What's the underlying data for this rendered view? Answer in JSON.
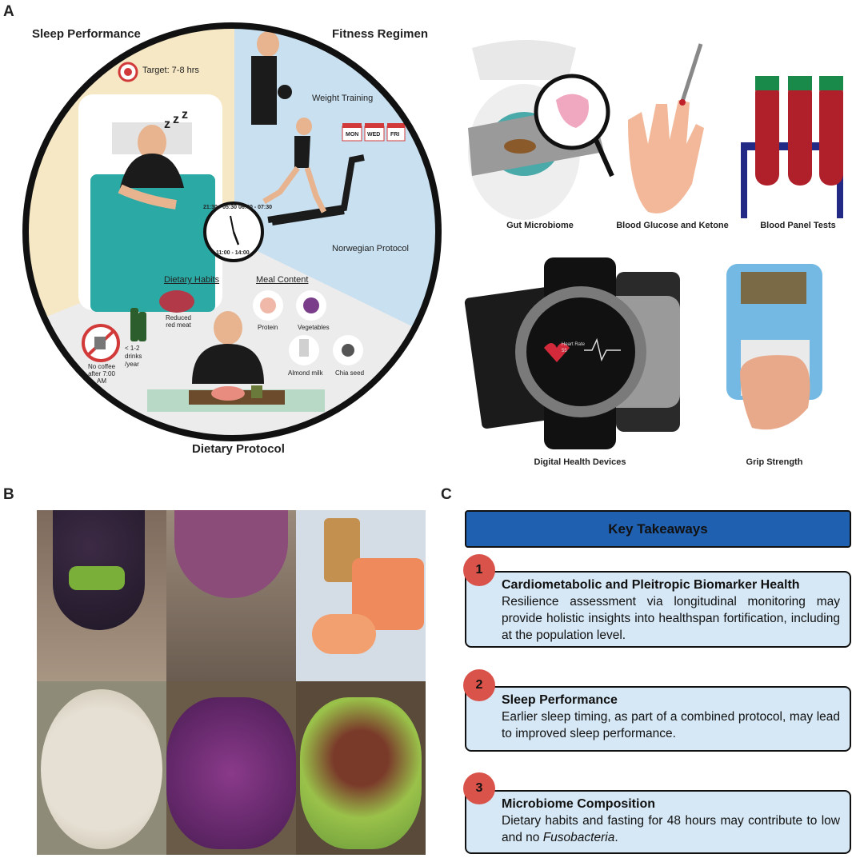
{
  "panels": {
    "a": "A",
    "b": "B",
    "c": "C"
  },
  "circle": {
    "sleep_title": "Sleep Performance",
    "fitness_title": "Fitness Regimen",
    "diet_title": "Dietary Protocol",
    "sleep_target": "Target: 7-8 hrs",
    "weight_training": "Weight Training",
    "norwegian_protocol": "Norwegian Protocol",
    "days": [
      "MON",
      "WED",
      "FRI"
    ],
    "clock_labels": [
      "21:30 - 05:30",
      "06:00 - 07:30",
      "11:00 - 14:00"
    ],
    "dietary_habits": "Dietary Habits",
    "meal_content": "Meal Content",
    "reduced_red_meat": "Reduced red meat",
    "drinks": "< 1-2 drinks /year",
    "no_coffee": "No coffee after 7:00 AM",
    "protein": "Protein",
    "vegetables": "Vegetables",
    "almond_milk": "Almond milk",
    "chia_seed": "Chia seed"
  },
  "devices": {
    "gut": "Gut Microbiome",
    "glucose": "Blood Glucose and Ketone",
    "panel": "Blood Panel Tests",
    "digital": "Digital Health Devices",
    "grip": "Grip Strength",
    "heart_rate_label": "Heart Rate",
    "heart_rate_value": "55"
  },
  "takeaways": {
    "header": "Key Takeaways",
    "items": [
      {
        "num": "1",
        "title": "Cardiometabolic and Pleitropic Biomarker Health",
        "body": "Resilience assessment via longitudinal monitoring may provide holistic insights into healthspan fortification, including at the population level."
      },
      {
        "num": "2",
        "title": "Sleep Performance",
        "body": "Earlier sleep timing, as part of a combined protocol, may lead to improved sleep performance."
      },
      {
        "num": "3",
        "title": "Microbiome Composition",
        "body_pre": "Dietary habits and fasting for 48 hours may contribute to low and no ",
        "body_em": "Fusobacteria",
        "body_post": "."
      }
    ]
  },
  "colors": {
    "header_blue": "#2060b0",
    "box_blue": "#d6e8f5",
    "badge_red": "#d9534a"
  }
}
